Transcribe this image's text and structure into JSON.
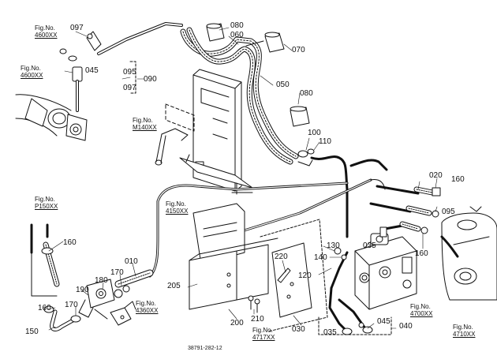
{
  "diagram_id": "38791-282-12",
  "figure_refs": [
    {
      "id": "fig-4600-a",
      "caption": "Fig.No.",
      "code": "4600XX"
    },
    {
      "id": "fig-4600-b",
      "caption": "Fig.No.",
      "code": "4600XX"
    },
    {
      "id": "fig-m140",
      "caption": "Fig.No.",
      "code": "M140XX"
    },
    {
      "id": "fig-p150",
      "caption": "Fig.No.",
      "code": "P150XX"
    },
    {
      "id": "fig-4150",
      "caption": "Fig.No.",
      "code": "4150XX"
    },
    {
      "id": "fig-4360",
      "caption": "Fig.No.",
      "code": "4360XX"
    },
    {
      "id": "fig-4717",
      "caption": "Fig.No.",
      "code": "4717XX"
    },
    {
      "id": "fig-4700",
      "caption": "Fig.No.",
      "code": "4700XX"
    },
    {
      "id": "fig-4710",
      "caption": "Fig.No.",
      "code": "4710XX"
    }
  ],
  "part_labels": [
    {
      "id": "p097a",
      "text": "097"
    },
    {
      "id": "p045a",
      "text": "045"
    },
    {
      "id": "p095",
      "text": "095"
    },
    {
      "id": "p097b",
      "text": "097"
    },
    {
      "id": "p090",
      "text": "090"
    },
    {
      "id": "p080a",
      "text": "080"
    },
    {
      "id": "p060",
      "text": "060"
    },
    {
      "id": "p070",
      "text": "070"
    },
    {
      "id": "p050",
      "text": "050"
    },
    {
      "id": "p080b",
      "text": "080"
    },
    {
      "id": "p100",
      "text": "100"
    },
    {
      "id": "p110",
      "text": "110"
    },
    {
      "id": "p020",
      "text": "020"
    },
    {
      "id": "p160a",
      "text": "160"
    },
    {
      "id": "p095b",
      "text": "095"
    },
    {
      "id": "p160b",
      "text": "160"
    },
    {
      "id": "p130",
      "text": "130"
    },
    {
      "id": "p140",
      "text": "140"
    },
    {
      "id": "p035a",
      "text": "035"
    },
    {
      "id": "p220",
      "text": "220"
    },
    {
      "id": "p120",
      "text": "120"
    },
    {
      "id": "p160c",
      "text": "160"
    },
    {
      "id": "p010",
      "text": "010"
    },
    {
      "id": "p170a",
      "text": "170"
    },
    {
      "id": "p180",
      "text": "180"
    },
    {
      "id": "p190",
      "text": "190"
    },
    {
      "id": "p205",
      "text": "205"
    },
    {
      "id": "p160d",
      "text": "160"
    },
    {
      "id": "p170b",
      "text": "170"
    },
    {
      "id": "p150",
      "text": "150"
    },
    {
      "id": "p200",
      "text": "200"
    },
    {
      "id": "p210",
      "text": "210"
    },
    {
      "id": "p030",
      "text": "030"
    },
    {
      "id": "p045b",
      "text": "045"
    },
    {
      "id": "p035b",
      "text": "035"
    },
    {
      "id": "p040",
      "text": "040"
    }
  ]
}
